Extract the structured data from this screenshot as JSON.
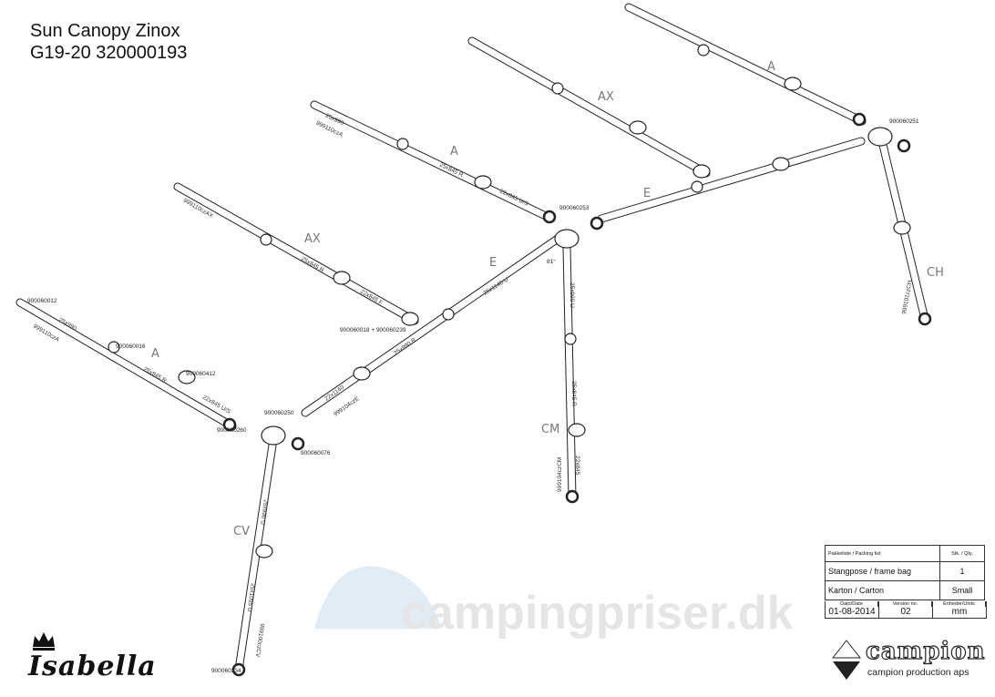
{
  "title": {
    "line1": "Sun Canopy Zinox",
    "line2": "G19-20 320000193"
  },
  "watermark": "campingpriser.dk",
  "groups": {
    "a1": "A",
    "ax1": "AX",
    "a2": "A",
    "ax2": "AX",
    "a3": "A",
    "e1": "E",
    "e2": "E",
    "cv": "CV",
    "cm": "CM",
    "ch": "CH"
  },
  "part_numbers": {
    "p012": "900060012",
    "p016": "900060016",
    "p412": "900060412",
    "p260": "900060260",
    "p018": "900060018 + 900060239",
    "p253": "900060253",
    "p251": "900060251",
    "p250": "900060250",
    "p076": "900060076",
    "p234": "900060234",
    "angle": "81°"
  },
  "dimensions": {
    "a1_1": "25x990",
    "a1_code": "999110czA",
    "a1_2": "25x845 R",
    "a1_3": "22x845 U/S",
    "ax1_code": "999110czAX",
    "ax1_2": "25x845 R",
    "ax1_3": "22x845 F",
    "a2_1": "25x990",
    "a2_code": "999110czA",
    "a2_2": "25x845 R",
    "a2_3": "22x845 U/S",
    "e1_1": "25x1140 U",
    "e1_2": "25x990 R",
    "e1_3": "22x1140",
    "e1_code": "999104czE",
    "cv_1": "25x990 U",
    "cv_2": "25x1095 U",
    "cv_code": "999100czCV",
    "cm_1": "25x990 U",
    "cm_2": "25x845 R",
    "cm_3": "22x845",
    "cm_code": "999104czCM",
    "ch_code": "999101czCH"
  },
  "packing_list": {
    "header": "Pakkeliste / Packing list",
    "qty_header": "Stk. / Qty.",
    "rows": [
      {
        "item": "Stangpose / frame bag",
        "qty": "1"
      },
      {
        "item": "Karton / Carton",
        "qty": "Small"
      }
    ],
    "date_label": "Dato/Date",
    "date": "01-08-2014",
    "version_label": "Version no.",
    "version": "02",
    "units_label": "Enheder/Units",
    "units": "mm"
  },
  "brand": {
    "campion": "campion",
    "campion_sub": "campion production aps",
    "isabella": "Isabella"
  }
}
